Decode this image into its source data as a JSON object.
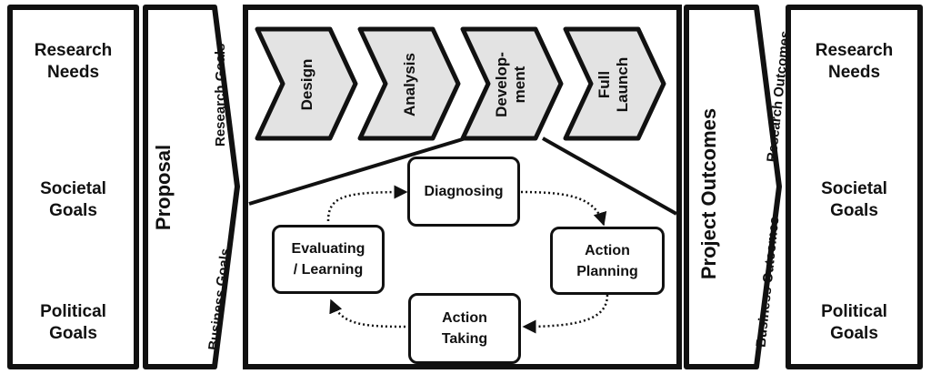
{
  "left_panel": {
    "items": [
      "Research\nNeeds",
      "Societal\nGoals",
      "Political\nGoals"
    ]
  },
  "proposal": {
    "title": "Proposal",
    "upper_label": "Research Goals",
    "lower_label": "Business Goals"
  },
  "process": {
    "phases": [
      "Design",
      "Analysis",
      "Develop-\nment",
      "Full\nLaunch"
    ],
    "phase_fill": "#e3e3e3",
    "zoomed_phase_index": 2,
    "cycle": {
      "steps": [
        "Diagnosing",
        "Action\nPlanning",
        "Action\nTaking",
        "Evaluating\n/ Learning"
      ],
      "arrow_style": "dotted"
    }
  },
  "outcomes": {
    "title": "Project Outcomes",
    "upper_label": "Research Outcomes",
    "lower_label": "Business Outcomes"
  },
  "right_panel": {
    "items": [
      "Research\nNeeds",
      "Societal\nGoals",
      "Political\nGoals"
    ]
  },
  "colors": {
    "stroke": "#111111",
    "background": "#ffffff"
  }
}
